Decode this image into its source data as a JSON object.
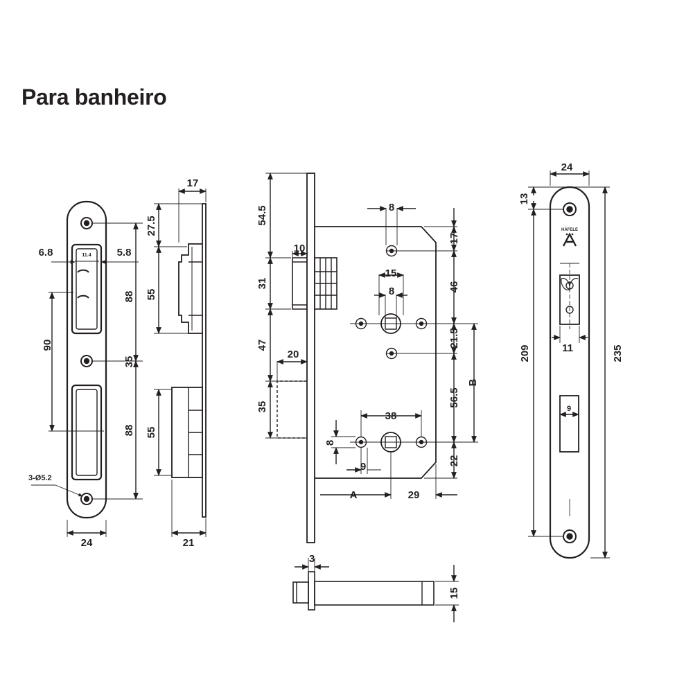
{
  "title": "Para banheiro",
  "front_plate": {
    "dims": {
      "w_6_8": "6.8",
      "w_11_4": "11.4",
      "w_5_8": "5.8",
      "v_90": "90",
      "hole_note": "3-Ø5.2",
      "width_24": "24",
      "v_88_top": "88",
      "v_35": "35",
      "v_88_bot": "88"
    }
  },
  "side_view": {
    "dims": {
      "w_17": "17",
      "v_27_5": "27.5",
      "v_55_top": "55",
      "v_55_bot": "55",
      "w_21": "21"
    }
  },
  "lock_body": {
    "dims": {
      "v_54_5": "54.5",
      "w_10": "10",
      "v_31": "31",
      "v_47": "47",
      "w_20": "20",
      "v_35": "35",
      "w_8_top": "8",
      "w_15": "15",
      "w_8_mid": "8",
      "r_17": "17",
      "r_46": "46",
      "r_21_5": "21.5",
      "r_56_5": "56.5",
      "r_B": "B",
      "w_38": "38",
      "v_8_left": "8",
      "w_9": "9",
      "r_22": "22",
      "A": "A",
      "w_29": "29"
    }
  },
  "bolt_detail": {
    "dims": {
      "w_3": "3",
      "v_15": "15"
    }
  },
  "strike_plate": {
    "brand": "HÄFELE",
    "dims": {
      "w_24": "24",
      "v_13": "13",
      "w_11": "11",
      "v_209": "209",
      "v_235": "235",
      "w_9": "9"
    }
  },
  "colors": {
    "ink": "#231f20",
    "background": "#ffffff"
  }
}
